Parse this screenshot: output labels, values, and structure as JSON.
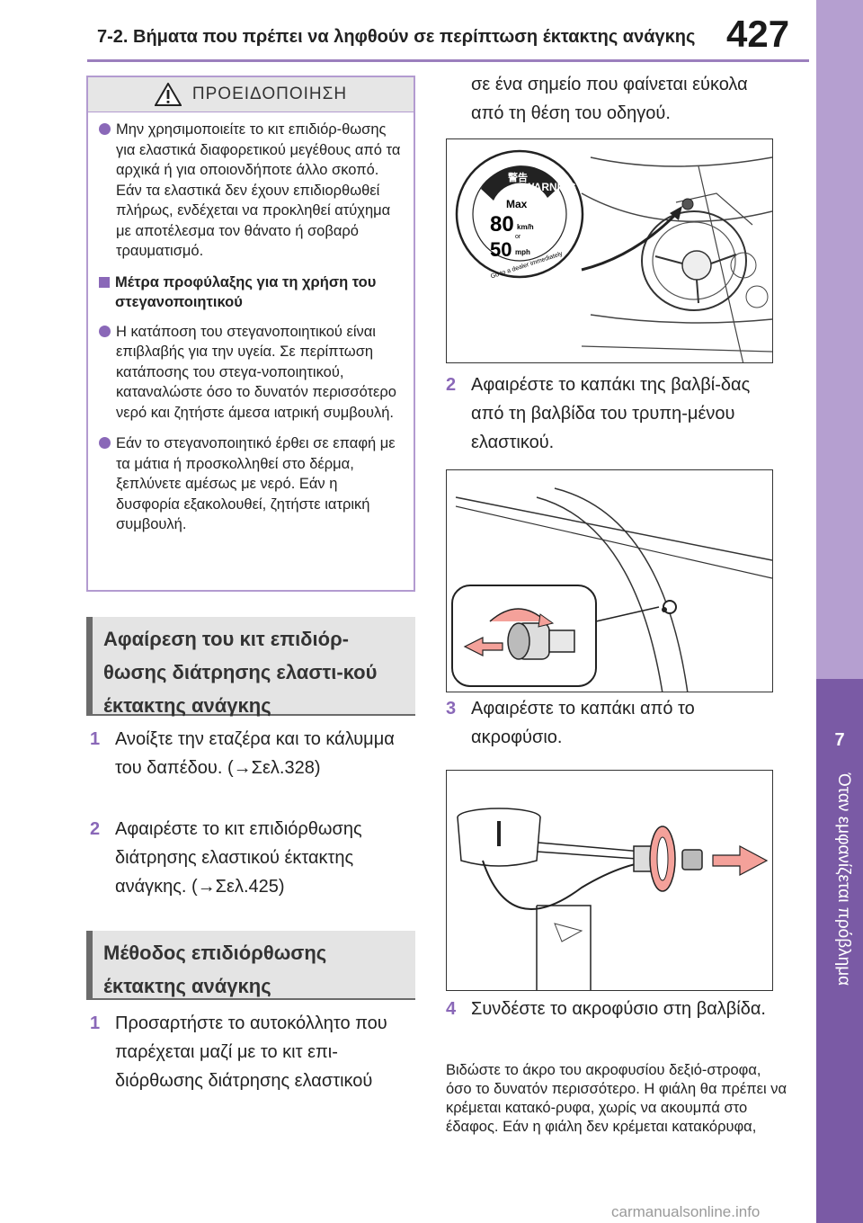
{
  "header": {
    "title": "7-2. Βήματα που πρέπει να ληφθούν σε περίπτωση έκτακτης ανάγκης",
    "page_number": "427"
  },
  "side_tab": {
    "chapter": "7",
    "label": "Όταν εμφανίζεται πρόβλημα"
  },
  "warning": {
    "title": "ΠΡΟΕΙΔΟΠΟΙΗΣΗ",
    "bullet1": "Μην χρησιμοποιείτε το κιτ επιδιόρ-θωσης για ελαστικά διαφορετικού μεγέθους από τα αρχικά ή για οποιονδήποτε άλλο σκοπό. Εάν τα ελαστικά δεν έχουν επιδιορθωθεί πλήρως, ενδέχεται να προκληθεί ατύχημα με αποτέλεσμα τον θάνατο ή σοβαρό τραυματισμό.",
    "subhead": "Μέτρα προφύλαξης για τη χρήση του στεγανοποιητικού",
    "bullet2": "Η κατάποση του στεγανοποιητικού είναι επιβλαβής για την υγεία. Σε περίπτωση κατάποσης του στεγα-νοποιητικού, καταναλώστε όσο το δυνατόν περισσότερο νερό και ζητήστε άμεσα ιατρική συμβουλή.",
    "bullet3": "Εάν το στεγανοποιητικό έρθει σε επαφή με τα μάτια ή προσκολληθεί στο δέρμα, ξεπλύνετε αμέσως με νερό. Εάν η δυσφορία εξακολουθεί, ζητήστε ιατρική συμβουλή."
  },
  "section1": {
    "heading": "Αφαίρεση του κιτ επιδιόρ-θωσης διάτρησης ελαστι-κού έκτακτης ανάγκης",
    "step1_num": "1",
    "step1": "Ανοίξτε την εταζέρα και το κάλυμμα του δαπέδου. (→Σελ.328)",
    "step2_num": "2",
    "step2": "Αφαιρέστε το κιτ επιδιόρθωσης διάτρησης ελαστικού έκτακτης ανάγκης. (→Σελ.425)"
  },
  "section2": {
    "heading": "Μέθοδος επιδιόρθωσης έκτακτης ανάγκης",
    "step1_num": "1",
    "step1": "Προσαρτήστε το αυτοκόλλητο που παρέχεται μαζί με το κιτ επι-διόρθωσης διάτρησης ελαστικού",
    "step1_cont": "σε ένα σημείο που φαίνεται εύκολα από τη θέση του οδηγού.",
    "step2_num": "2",
    "step2": "Αφαιρέστε το καπάκι της βαλβί-δας από τη βαλβίδα του τρυπη-μένου ελαστικού.",
    "step3_num": "3",
    "step3": "Αφαιρέστε το καπάκι από το ακροφύσιο.",
    "step4_num": "4",
    "step4": "Συνδέστε το ακροφύσιο στη βαλβίδα.",
    "note": "Βιδώστε το άκρο του ακροφυσίου δεξιό-στροφα, όσο το δυνατόν περισσότερο. Η φιάλη θα πρέπει να κρέμεται κατακό-ρυφα, χωρίς να ακουμπά στο έδαφος. Εάν η φιάλη δεν κρέμεται κατακόρυφα,"
  },
  "sticker": {
    "warning_word": "WARNING",
    "kanji": "警告",
    "max": "Max",
    "speed_kmh": "80",
    "unit_kmh": "km/h",
    "or": "or",
    "speed_mph": "50",
    "unit_mph": "mph",
    "dealer_text": "Go to a dealer immediately"
  },
  "watermark": "carmanualsonline.info"
}
